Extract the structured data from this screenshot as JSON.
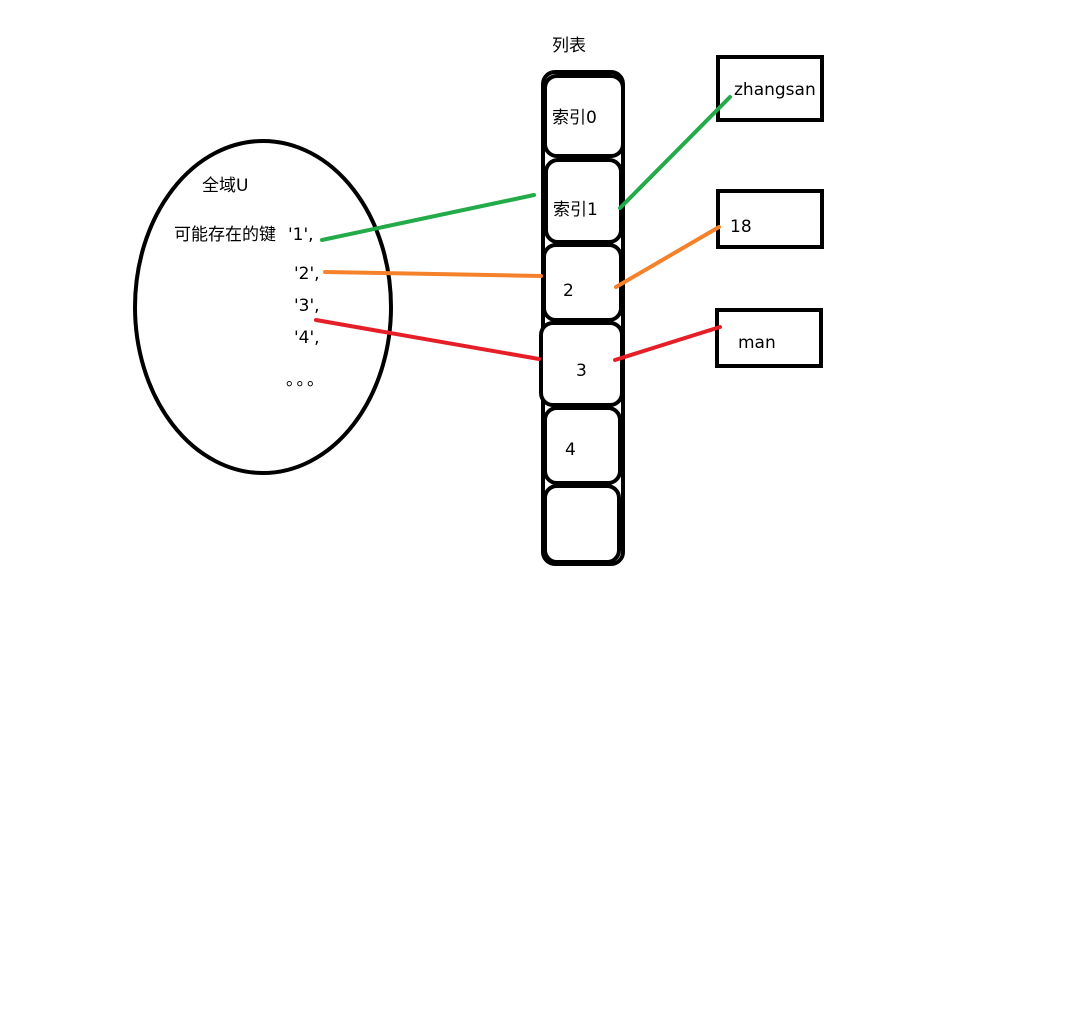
{
  "list_title": "列表",
  "universe": {
    "title": "全域U",
    "keys_prefix": "可能存在的键",
    "keys": [
      "'1',",
      "'2',",
      "'3',",
      "'4',"
    ],
    "ellipsis": "。。。"
  },
  "list_cells": [
    "索引0",
    "索引1",
    "2",
    "3",
    "4",
    ""
  ],
  "value_boxes": [
    "zhangsan",
    "18",
    "man"
  ],
  "colors": {
    "green": "#22ab48",
    "orange": "#f5822a",
    "red": "#e61e27",
    "stroke": "#000000"
  }
}
